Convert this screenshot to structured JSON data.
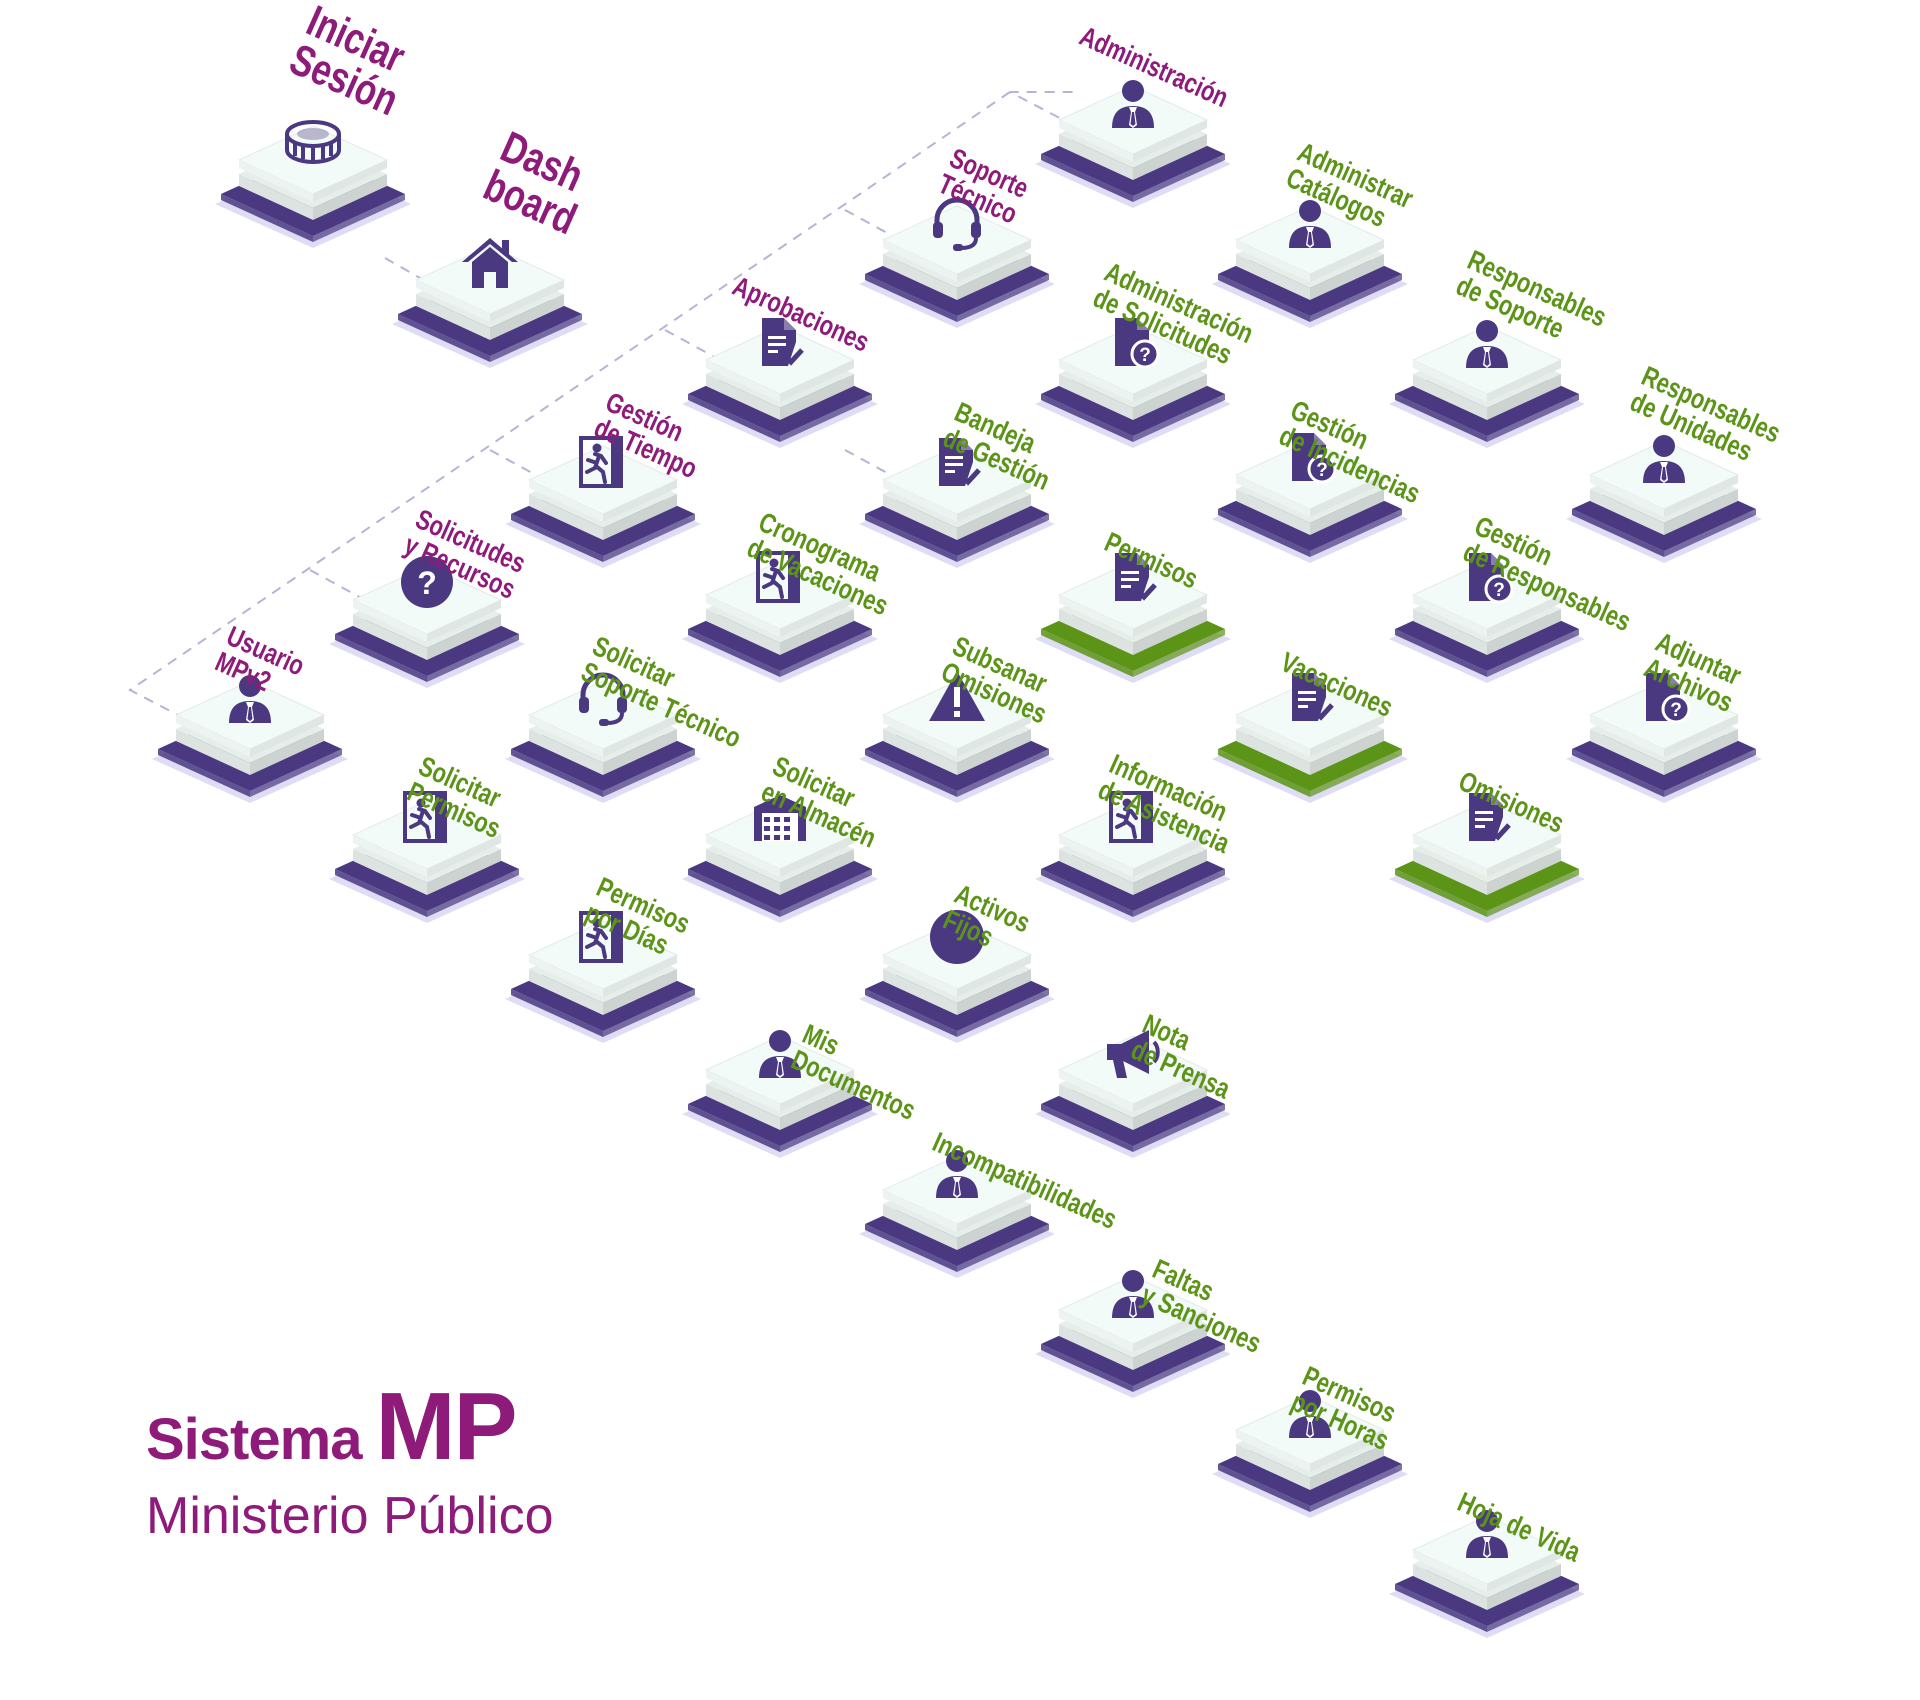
{
  "colors": {
    "accent_purple": "#8e1b7a",
    "accent_green": "#5c9418",
    "tile_dark": "#4a3980",
    "tile_shadow": "#d4d2f2",
    "tile_face": "#f3fbf8",
    "tile_border_green": "#5c9418",
    "icon": "#4a3980",
    "link": "#b8b3d6"
  },
  "brand": {
    "word1": "Sistema",
    "word2": "MP",
    "subtitle": "Ministerio Público"
  },
  "nodes": [
    {
      "id": "iniciar",
      "icon": "stadium-icon",
      "label": [
        "Iniciar",
        "Sesión"
      ],
      "color": "purple",
      "big": true
    },
    {
      "id": "dashboard",
      "icon": "house-icon",
      "label": [
        "Dash",
        "board"
      ],
      "color": "purple",
      "big": true
    },
    {
      "id": "admin",
      "icon": "person-icon",
      "label": [
        "Administración"
      ],
      "color": "purple"
    },
    {
      "id": "soporte",
      "icon": "headset-icon",
      "label": [
        "Soporte",
        "Técnico"
      ],
      "color": "purple"
    },
    {
      "id": "aprob",
      "icon": "document-check-icon",
      "label": [
        "Aprobaciones"
      ],
      "color": "purple"
    },
    {
      "id": "gtiempo",
      "icon": "exit-door-icon",
      "label": [
        "Gestión",
        "de Tiempo"
      ],
      "color": "purple"
    },
    {
      "id": "solrec",
      "icon": "question-circle-icon",
      "label": [
        "Solicitudes",
        "y Recursos"
      ],
      "color": "purple"
    },
    {
      "id": "usuario",
      "icon": "person-icon",
      "label": [
        "Usuario",
        "MPv2"
      ],
      "color": "purple"
    },
    {
      "id": "admcat",
      "icon": "person-icon",
      "label": [
        "Administrar",
        "Catálogos"
      ],
      "color": "green"
    },
    {
      "id": "respsop",
      "icon": "person-icon",
      "label": [
        "Responsables",
        "de Soporte"
      ],
      "color": "green"
    },
    {
      "id": "respuni",
      "icon": "person-icon",
      "label": [
        "Responsables",
        "de Unidades"
      ],
      "color": "green"
    },
    {
      "id": "admsol",
      "icon": "file-question-icon",
      "label": [
        "Administración",
        "de Solicitudes"
      ],
      "color": "green"
    },
    {
      "id": "ginc",
      "icon": "file-question-icon",
      "label": [
        "Gestión",
        "de Incidencias"
      ],
      "color": "green"
    },
    {
      "id": "gresp",
      "icon": "file-question-icon",
      "label": [
        "Gestión",
        "de Responsables"
      ],
      "color": "green"
    },
    {
      "id": "adjuntar",
      "icon": "file-question-icon",
      "label": [
        "Adjuntar",
        "Archivos"
      ],
      "color": "green"
    },
    {
      "id": "bandeja",
      "icon": "document-check-icon",
      "label": [
        "Bandeja",
        "de Gestión"
      ],
      "color": "green"
    },
    {
      "id": "permisos",
      "icon": "document-check-icon",
      "label": [
        "Permisos"
      ],
      "color": "green",
      "highlight": true
    },
    {
      "id": "vacaciones",
      "icon": "document-check-icon",
      "label": [
        "Vacaciones"
      ],
      "color": "green",
      "highlight": true
    },
    {
      "id": "omisiones",
      "icon": "document-check-icon",
      "label": [
        "Omisiones"
      ],
      "color": "green",
      "highlight": true
    },
    {
      "id": "cronograma",
      "icon": "exit-door-icon",
      "label": [
        "Cronograma",
        "de Vacaciones"
      ],
      "color": "green"
    },
    {
      "id": "subsanar",
      "icon": "warning-icon",
      "label": [
        "Subsanar",
        "Omisiones"
      ],
      "color": "green"
    },
    {
      "id": "infoasis",
      "icon": "exit-door-icon",
      "label": [
        "Información",
        "de Asistencia"
      ],
      "color": "green"
    },
    {
      "id": "solsop",
      "icon": "headset-icon",
      "label": [
        "Solicitar",
        "Soporte Técnico"
      ],
      "color": "green"
    },
    {
      "id": "solalm",
      "icon": "warehouse-icon",
      "label": [
        "Solicitar",
        "en Almacén"
      ],
      "color": "green"
    },
    {
      "id": "activos",
      "icon": "circle-icon",
      "label": [
        "Activos",
        "Fijos"
      ],
      "color": "green"
    },
    {
      "id": "solperm",
      "icon": "exit-door-icon",
      "label": [
        "Solicitar",
        "Permisos"
      ],
      "color": "green"
    },
    {
      "id": "permdias",
      "icon": "exit-door-icon",
      "label": [
        "Permisos",
        "por Días"
      ],
      "color": "green"
    },
    {
      "id": "misdocs",
      "icon": "person-icon",
      "label": [
        "Mis",
        "Documentos"
      ],
      "color": "green"
    },
    {
      "id": "nota",
      "icon": "megaphone-icon",
      "label": [
        "Nota",
        "de Prensa"
      ],
      "color": "green"
    },
    {
      "id": "incompat",
      "icon": "person-icon",
      "label": [
        "Incompatibilidades"
      ],
      "color": "green"
    },
    {
      "id": "faltas",
      "icon": "person-icon",
      "label": [
        "Faltas",
        "y Sanciones"
      ],
      "color": "green"
    },
    {
      "id": "permhoras",
      "icon": "person-icon",
      "label": [
        "Permisos",
        "por Horas"
      ],
      "color": "green"
    },
    {
      "id": "hoja",
      "icon": "person-icon",
      "label": [
        "Hoja de Vida"
      ],
      "color": "green"
    }
  ]
}
